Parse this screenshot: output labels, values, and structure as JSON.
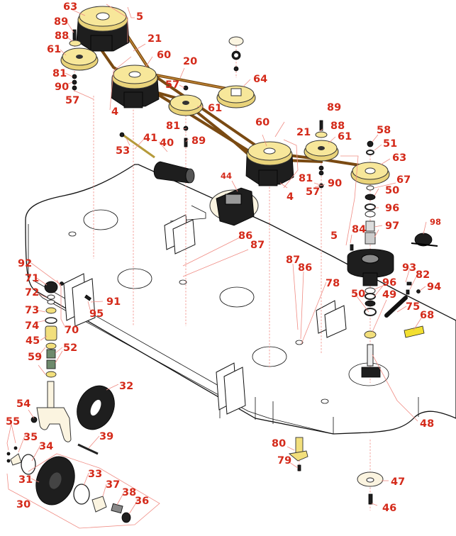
{
  "diagram": {
    "title": "Mower Deck Assembly Exploded Parts Diagram",
    "colors": {
      "callout": "#d42a1a",
      "leader_line": "#f08c84",
      "belt": "#7a4a12",
      "pulley": "#f7e79a",
      "part_dark": "#1e1e1e",
      "decal": "#f2df30"
    },
    "callouts": [
      {
        "id": "c63a",
        "label": "63"
      },
      {
        "id": "c5a",
        "label": "5"
      },
      {
        "id": "c89a",
        "label": "89"
      },
      {
        "id": "c88a",
        "label": "88"
      },
      {
        "id": "c21a",
        "label": "21"
      },
      {
        "id": "c61a",
        "label": "61"
      },
      {
        "id": "c60a",
        "label": "60"
      },
      {
        "id": "c81a",
        "label": "81"
      },
      {
        "id": "c90a",
        "label": "90"
      },
      {
        "id": "c57a",
        "label": "57"
      },
      {
        "id": "c20",
        "label": "20"
      },
      {
        "id": "c64",
        "label": "64"
      },
      {
        "id": "c57b",
        "label": "57"
      },
      {
        "id": "c61b",
        "label": "61"
      },
      {
        "id": "c4a",
        "label": "4"
      },
      {
        "id": "c81b",
        "label": "81"
      },
      {
        "id": "c89b",
        "label": "89"
      },
      {
        "id": "c41",
        "label": "41"
      },
      {
        "id": "c40",
        "label": "40"
      },
      {
        "id": "c53",
        "label": "53"
      },
      {
        "id": "c89c",
        "label": "89"
      },
      {
        "id": "c88b",
        "label": "88"
      },
      {
        "id": "c60b",
        "label": "60"
      },
      {
        "id": "c21b",
        "label": "21"
      },
      {
        "id": "c61c",
        "label": "61"
      },
      {
        "id": "c58",
        "label": "58"
      },
      {
        "id": "c51",
        "label": "51"
      },
      {
        "id": "c63b",
        "label": "63"
      },
      {
        "id": "c67",
        "label": "67"
      },
      {
        "id": "c81c",
        "label": "81"
      },
      {
        "id": "c90b",
        "label": "90"
      },
      {
        "id": "c57c",
        "label": "57"
      },
      {
        "id": "c4b",
        "label": "4"
      },
      {
        "id": "c50a",
        "label": "50"
      },
      {
        "id": "c96a",
        "label": "96"
      },
      {
        "id": "c44",
        "label": "44"
      },
      {
        "id": "c98",
        "label": "98"
      },
      {
        "id": "c5b",
        "label": "5"
      },
      {
        "id": "c84",
        "label": "84"
      },
      {
        "id": "c97",
        "label": "97"
      },
      {
        "id": "c86a",
        "label": "86"
      },
      {
        "id": "c87a",
        "label": "87"
      },
      {
        "id": "c92",
        "label": "92"
      },
      {
        "id": "c71",
        "label": "71"
      },
      {
        "id": "c72",
        "label": "72"
      },
      {
        "id": "c73",
        "label": "73"
      },
      {
        "id": "c74",
        "label": "74"
      },
      {
        "id": "c70",
        "label": "70"
      },
      {
        "id": "c91",
        "label": "91"
      },
      {
        "id": "c95",
        "label": "95"
      },
      {
        "id": "c45",
        "label": "45"
      },
      {
        "id": "c52",
        "label": "52"
      },
      {
        "id": "c59",
        "label": "59"
      },
      {
        "id": "c87b",
        "label": "87"
      },
      {
        "id": "c86b",
        "label": "86"
      },
      {
        "id": "c78",
        "label": "78"
      },
      {
        "id": "c93",
        "label": "93"
      },
      {
        "id": "c82",
        "label": "82"
      },
      {
        "id": "c94",
        "label": "94"
      },
      {
        "id": "c96b",
        "label": "96"
      },
      {
        "id": "c50b",
        "label": "50"
      },
      {
        "id": "c49",
        "label": "49"
      },
      {
        "id": "c75",
        "label": "75"
      },
      {
        "id": "c68",
        "label": "68"
      },
      {
        "id": "c32",
        "label": "32"
      },
      {
        "id": "c54",
        "label": "54"
      },
      {
        "id": "c55",
        "label": "55"
      },
      {
        "id": "c35",
        "label": "35"
      },
      {
        "id": "c39",
        "label": "39"
      },
      {
        "id": "c34",
        "label": "34"
      },
      {
        "id": "c31",
        "label": "31"
      },
      {
        "id": "c33",
        "label": "33"
      },
      {
        "id": "c37",
        "label": "37"
      },
      {
        "id": "c38",
        "label": "38"
      },
      {
        "id": "c36",
        "label": "36"
      },
      {
        "id": "c30",
        "label": "30"
      },
      {
        "id": "c48",
        "label": "48"
      },
      {
        "id": "c80",
        "label": "80"
      },
      {
        "id": "c79",
        "label": "79"
      },
      {
        "id": "c47",
        "label": "47"
      },
      {
        "id": "c46",
        "label": "46"
      }
    ]
  }
}
